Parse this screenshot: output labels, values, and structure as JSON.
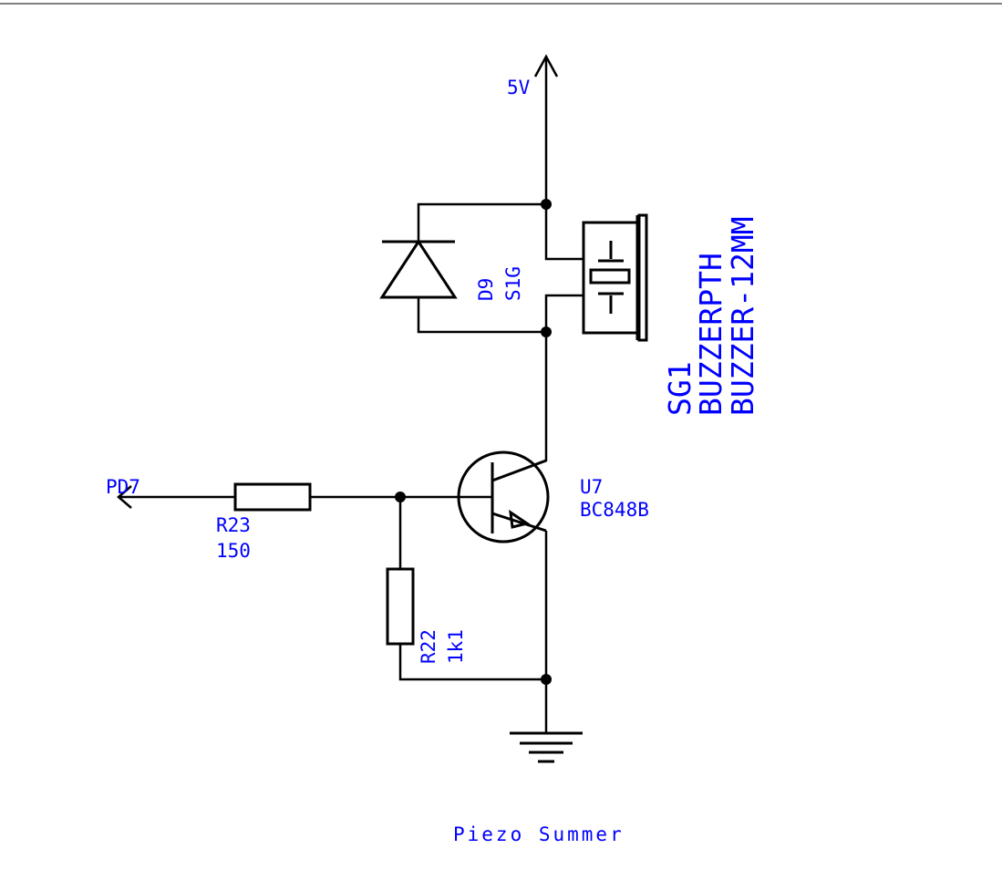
{
  "colors": {
    "wire": "#000000",
    "label": "#0000ff",
    "background": "#ffffff"
  },
  "labels": {
    "supply": "5V",
    "net_pd7": "PD7",
    "title": "Piezo Summer"
  },
  "components": {
    "d9": {
      "ref": "D9",
      "value": "S1G"
    },
    "sg1": {
      "ref": "SG1",
      "value": "BUZZERPTH",
      "package": "BUZZER-12MM"
    },
    "u7": {
      "ref": "U7",
      "value": "BC848B"
    },
    "r23": {
      "ref": "R23",
      "value": "150"
    },
    "r22": {
      "ref": "R22",
      "value": "1k1"
    }
  }
}
